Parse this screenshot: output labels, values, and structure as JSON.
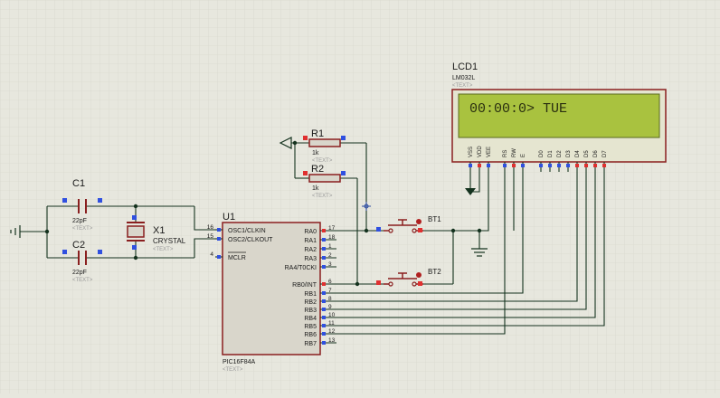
{
  "lcd": {
    "ref": "LCD1",
    "model": "LM032L",
    "text_tag": "<TEXT>",
    "display": "00:00:0>  TUE",
    "pins": [
      "VSS",
      "VDD",
      "VEE",
      "RS",
      "RW",
      "E",
      "D0",
      "D1",
      "D2",
      "D3",
      "D4",
      "D5",
      "D6",
      "D7"
    ]
  },
  "u1": {
    "ref": "U1",
    "part": "PIC16F84A",
    "text_tag": "<TEXT>",
    "left_pins": [
      {
        "num": "16",
        "name": "OSC1/CLKIN"
      },
      {
        "num": "15",
        "name": "OSC2/CLKOUT"
      },
      {
        "num": "4",
        "name": "MCLR"
      }
    ],
    "right_pins": [
      {
        "num": "17",
        "name": "RA0"
      },
      {
        "num": "18",
        "name": "RA1"
      },
      {
        "num": "1",
        "name": "RA2"
      },
      {
        "num": "2",
        "name": "RA3"
      },
      {
        "num": "3",
        "name": "RA4/T0CKI"
      },
      {
        "num": "6",
        "name": "RB0/INT"
      },
      {
        "num": "7",
        "name": "RB1"
      },
      {
        "num": "8",
        "name": "RB2"
      },
      {
        "num": "9",
        "name": "RB3"
      },
      {
        "num": "10",
        "name": "RB4"
      },
      {
        "num": "11",
        "name": "RB5"
      },
      {
        "num": "12",
        "name": "RB6"
      },
      {
        "num": "13",
        "name": "RB7"
      }
    ]
  },
  "c1": {
    "ref": "C1",
    "value": "22pF",
    "text_tag": "<TEXT>"
  },
  "c2": {
    "ref": "C2",
    "value": "22pF",
    "text_tag": "<TEXT>"
  },
  "x1": {
    "ref": "X1",
    "value": "CRYSTAL",
    "text_tag": "<TEXT>"
  },
  "r1": {
    "ref": "R1",
    "value": "1k",
    "text_tag": "<TEXT>"
  },
  "r2": {
    "ref": "R2",
    "value": "1k",
    "text_tag": "<TEXT>"
  },
  "bt1": {
    "ref": "BT1"
  },
  "bt2": {
    "ref": "BT2"
  },
  "colors": {
    "background": "#e7e7de",
    "grid": "#d5d5cb",
    "body_fill": "#d9d6cb",
    "body_stroke": "#8a1f1f",
    "wire": "#14321e",
    "label": "#1a1a1a",
    "hint": "#9a9a9a",
    "pin_red": "#e03030",
    "pin_blue": "#3050e0",
    "lcd_screen": "#a9c23f",
    "lcd_frame": "#e5e5d0"
  }
}
